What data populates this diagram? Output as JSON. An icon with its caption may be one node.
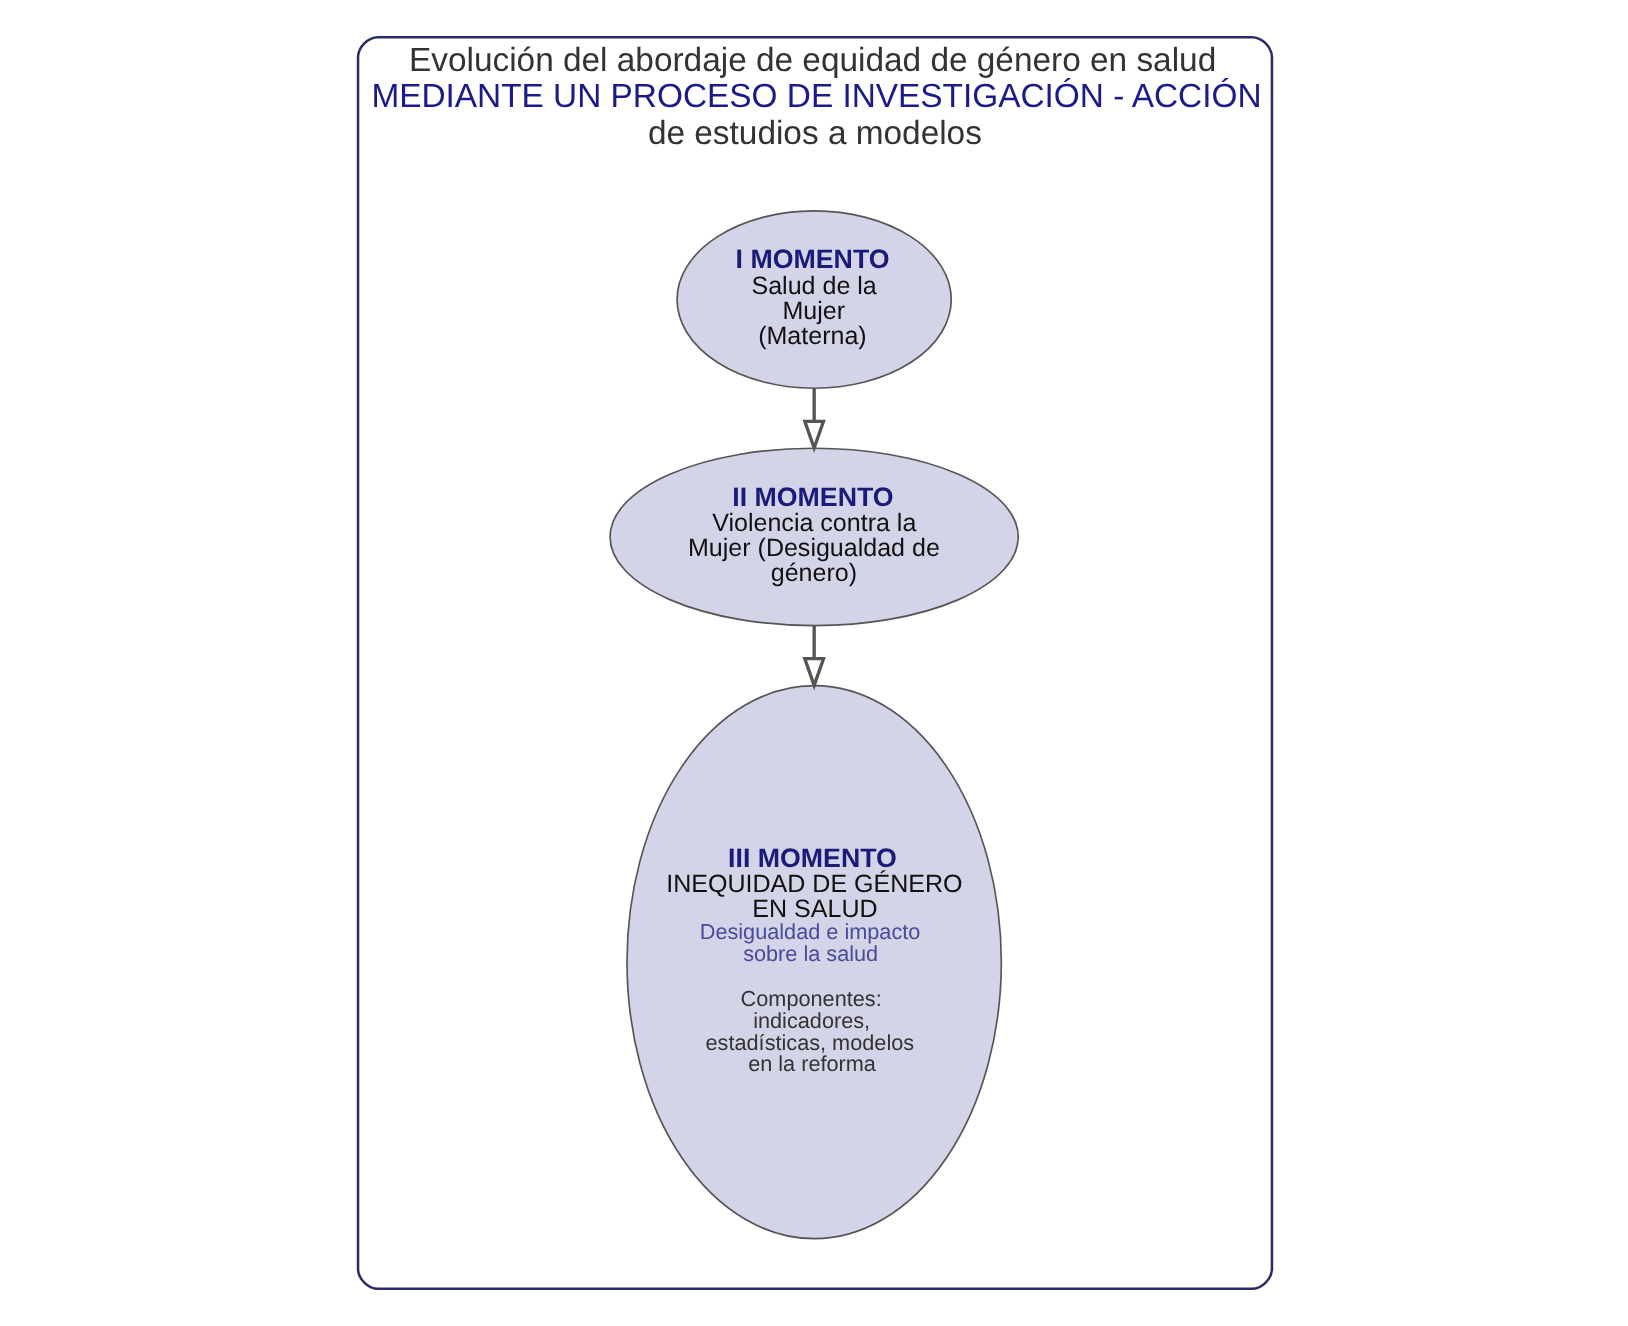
{
  "diagram": {
    "nodes": [
      {
        "text": [
          "Evolución del abordaje de equidad de género en salud",
          "MEDIANTE UN PROCESO DE INVESTIGACIÓN - ACCIÓN",
          "de estudios a modelos"
        ]
      },
      {
        "text": [
          "I MOMENTO",
          "Salud de la Mujer (Materna)"
        ],
        "in": 0
      },
      {
        "text": [
          "II MOMENTO",
          "Violencia contra la Mujer (Desigualdad de género)"
        ],
        "in": 0
      },
      {
        "text": [
          "III MOMENTO",
          "INEQUIDAD DE GÉNERO EN SALUD",
          "Desigualdad e impacto sobre la salud",
          "Componentes: indicadores, estadísticas, modelos en la reforma"
        ],
        "in": 0
      }
    ],
    "edges": [
      {
        "from": 1,
        "to": 2,
        "arrow": "to"
      },
      {
        "from": 2,
        "to": 3,
        "arrow": "to"
      }
    ]
  }
}
